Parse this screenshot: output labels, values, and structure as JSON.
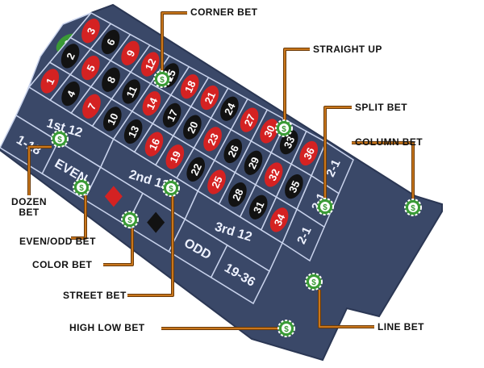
{
  "diagram": {
    "colors": {
      "table": "#3a4868",
      "table_dark": "#2b3754",
      "line": "#c9d3ec",
      "red": "#d42222",
      "black": "#121212",
      "green": "#3a9a36",
      "chip": "#3a9a36",
      "leader": "#c8761c",
      "text_on_table": "#eef2ff"
    },
    "labels": {
      "corner": "CORNER BET",
      "straight": "STRAIGHT UP",
      "split": "SPLIT BET",
      "column": "COLUMN BET",
      "dozen_line1": "DOZEN",
      "dozen_line2": "BET",
      "even_odd": "EVEN/ODD BET",
      "color": "COLOR BET",
      "street": "STREET BET",
      "high_low": "HIGH LOW BET",
      "line": "LINE BET"
    },
    "zero_label": "0",
    "numbers": [
      {
        "n": "3",
        "color": "red"
      },
      {
        "n": "6",
        "color": "black"
      },
      {
        "n": "9",
        "color": "red"
      },
      {
        "n": "12",
        "color": "red"
      },
      {
        "n": "15",
        "color": "black"
      },
      {
        "n": "18",
        "color": "red"
      },
      {
        "n": "21",
        "color": "red"
      },
      {
        "n": "24",
        "color": "black"
      },
      {
        "n": "27",
        "color": "red"
      },
      {
        "n": "30",
        "color": "red"
      },
      {
        "n": "33",
        "color": "black"
      },
      {
        "n": "36",
        "color": "red"
      },
      {
        "n": "2",
        "color": "black"
      },
      {
        "n": "5",
        "color": "red"
      },
      {
        "n": "8",
        "color": "black"
      },
      {
        "n": "11",
        "color": "black"
      },
      {
        "n": "14",
        "color": "red"
      },
      {
        "n": "17",
        "color": "black"
      },
      {
        "n": "20",
        "color": "black"
      },
      {
        "n": "23",
        "color": "red"
      },
      {
        "n": "26",
        "color": "black"
      },
      {
        "n": "29",
        "color": "black"
      },
      {
        "n": "32",
        "color": "red"
      },
      {
        "n": "35",
        "color": "black"
      },
      {
        "n": "1",
        "color": "red"
      },
      {
        "n": "4",
        "color": "black"
      },
      {
        "n": "7",
        "color": "red"
      },
      {
        "n": "10",
        "color": "black"
      },
      {
        "n": "13",
        "color": "black"
      },
      {
        "n": "16",
        "color": "red"
      },
      {
        "n": "19",
        "color": "red"
      },
      {
        "n": "22",
        "color": "black"
      },
      {
        "n": "25",
        "color": "red"
      },
      {
        "n": "28",
        "color": "black"
      },
      {
        "n": "31",
        "color": "black"
      },
      {
        "n": "34",
        "color": "red"
      }
    ],
    "column_labels": [
      "2-1",
      "2-1",
      "2-1"
    ],
    "dozens": [
      "1st 12",
      "2nd 12",
      "3rd 12"
    ],
    "outside": [
      "1-18",
      "EVEN",
      "RED",
      "BLACK",
      "ODD",
      "19-36"
    ],
    "chip_symbol": "$"
  }
}
